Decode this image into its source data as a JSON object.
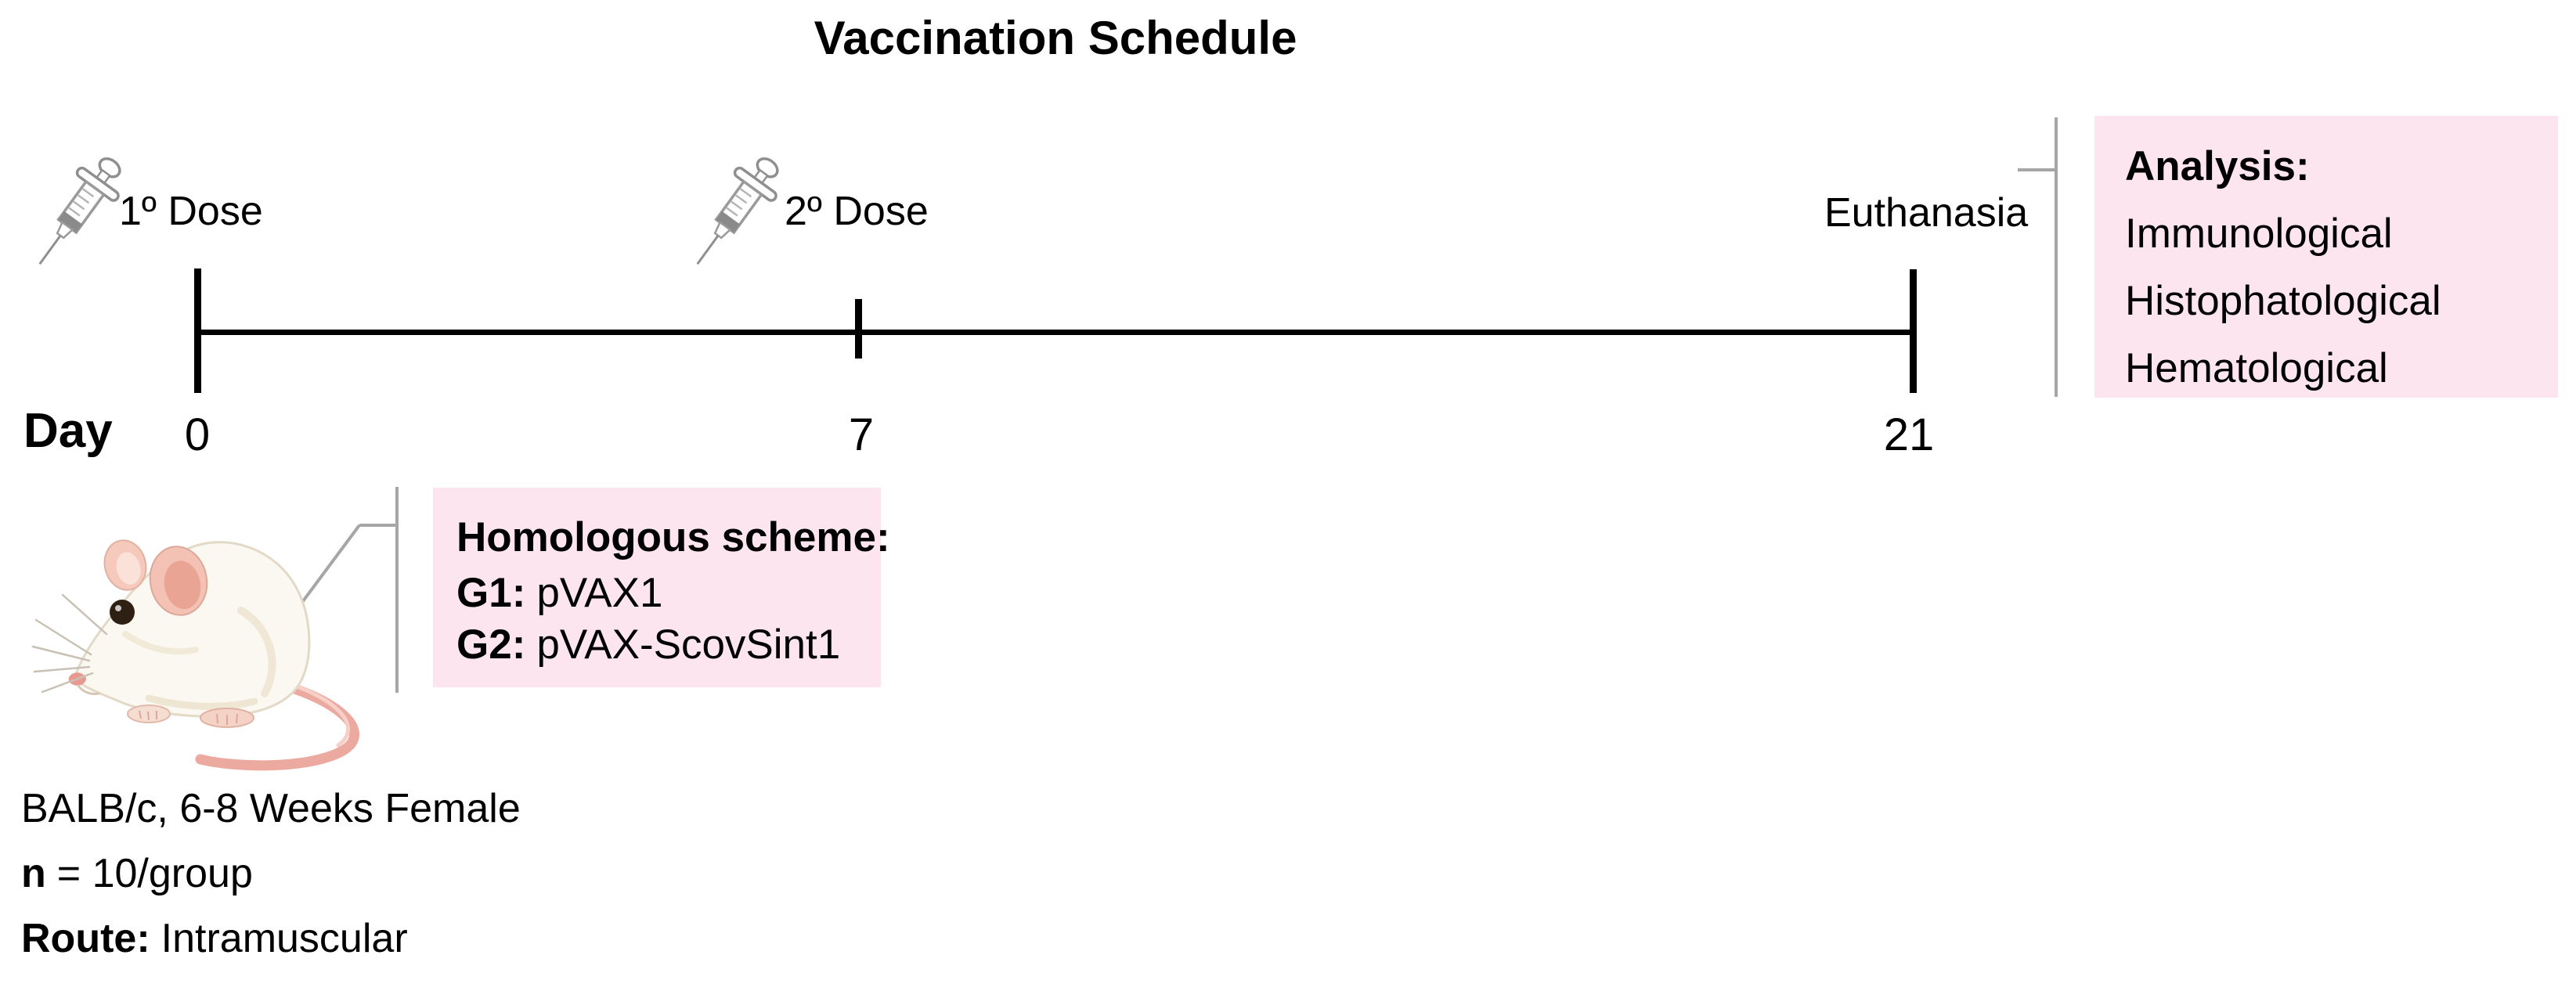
{
  "title": "Vaccination Schedule",
  "timeline": {
    "day_axis_label": "Day",
    "events": [
      {
        "label": "1º Dose",
        "day": "0",
        "icon": "syringe-icon"
      },
      {
        "label": "2º Dose",
        "day": "7",
        "icon": "syringe-icon"
      },
      {
        "label": "Euthanasia",
        "day": "21"
      }
    ]
  },
  "analysis_box": {
    "heading": "Analysis:",
    "items": [
      "Immunological",
      "Histophatological",
      "Hematological"
    ]
  },
  "scheme_box": {
    "heading": "Homologous scheme:",
    "groups": [
      {
        "label": "G1:",
        "value": "pVAX1"
      },
      {
        "label": "G2:",
        "value": "pVAX-ScovSint1"
      }
    ]
  },
  "subject": {
    "strain_line": "BALB/c, 6-8 Weeks Female",
    "n_label": "n",
    "n_rest": "= 10/group",
    "route_label": "Route:",
    "route_rest": "Intramuscular",
    "icon": "mouse-illustration"
  },
  "colors": {
    "box_pink": "#fce5ee",
    "callout_gray": "#a6a6a6",
    "timeline_black": "#000000"
  }
}
